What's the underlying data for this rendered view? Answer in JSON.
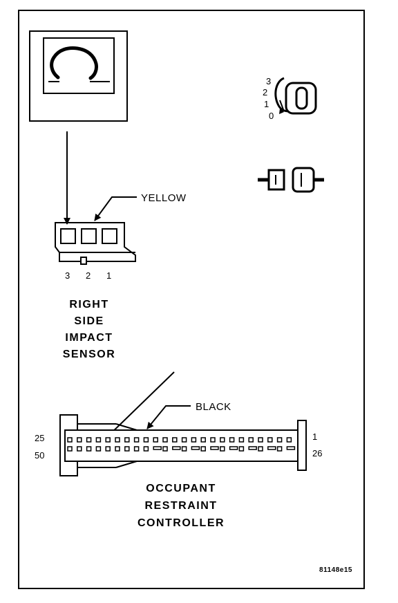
{
  "figure": {
    "code": "81148e15"
  },
  "sensor": {
    "wire_color": "YELLOW",
    "pins": [
      "3",
      "2",
      "1"
    ],
    "title_lines": [
      "RIGHT",
      "SIDE",
      "IMPACT",
      "SENSOR"
    ]
  },
  "ignition": {
    "positions": [
      "3",
      "2",
      "1",
      "0"
    ]
  },
  "controller": {
    "wire_color": "BLACK",
    "pin_top_left": "25",
    "pin_bottom_left": "50",
    "pin_top_right": "1",
    "pin_bottom_right": "26",
    "title_lines": [
      "OCCUPANT",
      "RESTRAINT",
      "CONTROLLER"
    ]
  },
  "icons": [
    "ohmmeter-icon",
    "ignition-key-icon",
    "disconnected-connector-icon"
  ]
}
